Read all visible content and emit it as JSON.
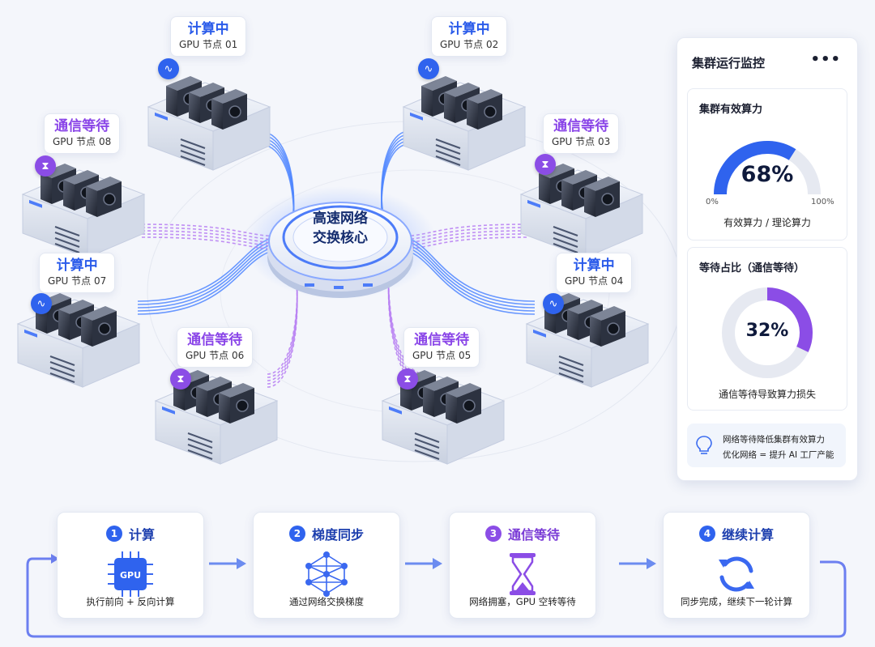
{
  "hub": {
    "line1": "高速网络",
    "line2": "交换核心"
  },
  "nodes": [
    {
      "status": "计算中",
      "name": "GPU 节点 01",
      "state": "busy"
    },
    {
      "status": "计算中",
      "name": "GPU 节点 02",
      "state": "busy"
    },
    {
      "status": "通信等待",
      "name": "GPU 节点 03",
      "state": "wait"
    },
    {
      "status": "计算中",
      "name": "GPU 节点 04",
      "state": "busy"
    },
    {
      "status": "通信等待",
      "name": "GPU 节点 05",
      "state": "wait"
    },
    {
      "status": "通信等待",
      "name": "GPU 节点 06",
      "state": "wait"
    },
    {
      "status": "计算中",
      "name": "GPU 节点 07",
      "state": "busy"
    },
    {
      "status": "通信等待",
      "name": "GPU 节点 08",
      "state": "wait"
    }
  ],
  "monitor": {
    "title": "集群运行监控",
    "menu": "•••",
    "efficiency": {
      "title": "集群有效算力",
      "value": "68%",
      "fraction": 0.68,
      "min": "0%",
      "max": "100%",
      "caption": "有效算力 / 理论算力"
    },
    "wait": {
      "title": "等待占比（通信等待）",
      "value": "32%",
      "fraction": 0.32,
      "caption": "通信等待导致算力损失"
    },
    "tip": {
      "line1": "网络等待降低集群有效算力",
      "line2": "优化网络 = 提升 AI 工厂产能"
    }
  },
  "steps": [
    {
      "num": "1",
      "title": "计算",
      "desc": "执行前向 + 反向计算",
      "icon_text": "GPU"
    },
    {
      "num": "2",
      "title": "梯度同步",
      "desc": "通过网络交换梯度"
    },
    {
      "num": "3",
      "title": "通信等待",
      "desc": "网络拥塞，GPU 空转等待"
    },
    {
      "num": "4",
      "title": "继续计算",
      "desc": "同步完成，继续下一轮计算"
    }
  ],
  "colors": {
    "blue": "#2f63ee",
    "purple": "#8b4de6",
    "navy": "#142c6e"
  }
}
